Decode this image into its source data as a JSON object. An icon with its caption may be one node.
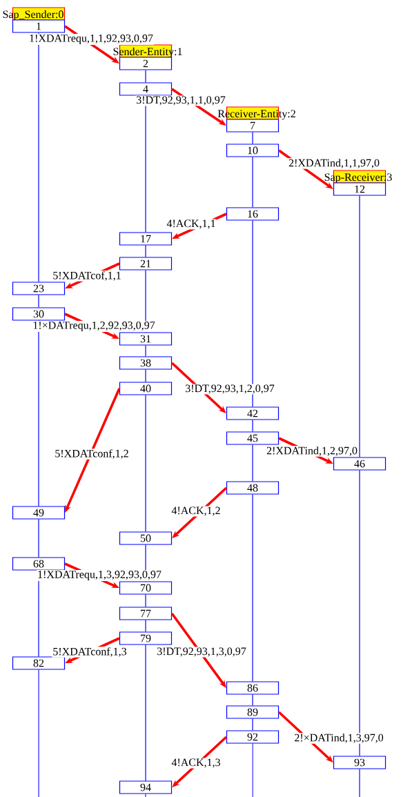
{
  "diagram": {
    "nodes": [
      {
        "text": [
          "Sap_Sender:0"
        ]
      },
      {
        "text": [
          "1"
        ]
      },
      {
        "text": [
          "Sender-Entity:1"
        ]
      },
      {
        "text": [
          "2"
        ]
      },
      {
        "text": [
          "4"
        ]
      },
      {
        "text": [
          "Receiver-Entity:2"
        ]
      },
      {
        "text": [
          "7"
        ]
      },
      {
        "text": [
          "10"
        ]
      },
      {
        "text": [
          "Sap-Receiver:3"
        ]
      },
      {
        "text": [
          "12"
        ]
      },
      {
        "text": [
          "16"
        ]
      },
      {
        "text": [
          "17"
        ]
      },
      {
        "text": [
          "21"
        ]
      },
      {
        "text": [
          "23"
        ]
      },
      {
        "text": [
          "30"
        ]
      },
      {
        "text": [
          "31"
        ]
      },
      {
        "text": [
          "38"
        ]
      },
      {
        "text": [
          "40"
        ]
      },
      {
        "text": [
          "42"
        ]
      },
      {
        "text": [
          "45"
        ]
      },
      {
        "text": [
          "46"
        ]
      },
      {
        "text": [
          "48"
        ]
      },
      {
        "text": [
          "49"
        ]
      },
      {
        "text": [
          "50"
        ]
      },
      {
        "text": [
          "68"
        ]
      },
      {
        "text": [
          "70"
        ]
      },
      {
        "text": [
          "77"
        ]
      },
      {
        "text": [
          "79"
        ]
      },
      {
        "text": [
          "82"
        ]
      },
      {
        "text": [
          "86"
        ]
      },
      {
        "text": [
          "89"
        ]
      },
      {
        "text": [
          "92"
        ]
      },
      {
        "text": [
          "93"
        ]
      },
      {
        "text": [
          "94"
        ]
      }
    ],
    "edges": [
      {
        "from": 1,
        "to": 3,
        "arrow": "to",
        "label": "1!XDATrequ,1,1,92,93,0,97",
        "style": "thick",
        "color": "#ff0000"
      },
      {
        "from": 4,
        "to": 6,
        "arrow": "to",
        "label": "3!DT,92,93,1,1,0,97",
        "style": "thick",
        "color": "#ff0000"
      },
      {
        "from": 7,
        "to": 9,
        "arrow": "to",
        "label": "2!XDATind,1,1,97,0",
        "style": "thick",
        "color": "#ff0000"
      },
      {
        "from": 10,
        "to": 11,
        "arrow": "to",
        "label": "4!ACK,1,1",
        "style": "thick",
        "color": "#ff0000"
      },
      {
        "from": 12,
        "to": 13,
        "arrow": "to",
        "label": "5!XDATcof,1,1",
        "style": "thick",
        "color": "#ff0000"
      },
      {
        "from": 14,
        "to": 15,
        "arrow": "to",
        "label": "1!×DATrequ,1,2,92,93,0,97",
        "style": "thick",
        "color": "#ff0000"
      },
      {
        "from": 16,
        "to": 18,
        "arrow": "to",
        "label": "3!DT,92,93,1,2,0,97",
        "style": "thick",
        "color": "#ff0000"
      },
      {
        "from": 17,
        "to": 22,
        "arrow": "to",
        "label": "5!XDATconf,1,2",
        "style": "thick",
        "color": "#ff0000"
      },
      {
        "from": 19,
        "to": 20,
        "arrow": "to",
        "label": "2!XDATind,1,2,97,0",
        "style": "thick",
        "color": "#ff0000"
      },
      {
        "from": 21,
        "to": 23,
        "arrow": "to",
        "label": "4!ACK,1,2",
        "style": "thick",
        "color": "#ff0000"
      },
      {
        "from": 24,
        "to": 25,
        "arrow": "to",
        "label": "1!XDATrequ,1,3,92,93,0,97",
        "style": "thick",
        "color": "#ff0000"
      },
      {
        "from": 26,
        "to": 29,
        "arrow": "to",
        "label": "3!DT,92,93,1,3,0,97",
        "style": "thick",
        "color": "#ff0000"
      },
      {
        "from": 27,
        "to": 28,
        "arrow": "to",
        "label": "5!XDATconf,1,3",
        "style": "thick",
        "color": "#ff0000"
      },
      {
        "from": 30,
        "to": 32,
        "arrow": "to",
        "label": "2!×DATind,1,3,97,0",
        "style": "thick",
        "color": "#ff0000"
      },
      {
        "from": 31,
        "to": 33,
        "arrow": "to",
        "label": "4!ACK,1,3",
        "style": "thick",
        "color": "#ff0000"
      },
      {
        "from": 1,
        "to": 13,
        "arrow": "none"
      },
      {
        "from": 13,
        "to": 14,
        "arrow": "none"
      },
      {
        "from": 14,
        "to": 22,
        "arrow": "none"
      },
      {
        "from": 22,
        "to": 24,
        "arrow": "none"
      },
      {
        "from": 24,
        "to": 28,
        "arrow": "none"
      },
      {
        "from": 28,
        "to": null,
        "arrow": "none"
      },
      {
        "from": 3,
        "to": 4,
        "arrow": "none"
      },
      {
        "from": 4,
        "to": 11,
        "arrow": "none"
      },
      {
        "from": 11,
        "to": 12,
        "arrow": "none"
      },
      {
        "from": 12,
        "to": 15,
        "arrow": "none"
      },
      {
        "from": 15,
        "to": 16,
        "arrow": "none"
      },
      {
        "from": 16,
        "to": 17,
        "arrow": "none"
      },
      {
        "from": 17,
        "to": 23,
        "arrow": "none"
      },
      {
        "from": 23,
        "to": 25,
        "arrow": "none"
      },
      {
        "from": 25,
        "to": 26,
        "arrow": "none"
      },
      {
        "from": 26,
        "to": 27,
        "arrow": "none"
      },
      {
        "from": 27,
        "to": 33,
        "arrow": "none"
      },
      {
        "from": 33,
        "to": null,
        "arrow": "none"
      },
      {
        "from": 6,
        "to": 7,
        "arrow": "none"
      },
      {
        "from": 7,
        "to": 10,
        "arrow": "none"
      },
      {
        "from": 10,
        "to": 18,
        "arrow": "none"
      },
      {
        "from": 18,
        "to": 19,
        "arrow": "none"
      },
      {
        "from": 19,
        "to": 21,
        "arrow": "none"
      },
      {
        "from": 21,
        "to": 29,
        "arrow": "none"
      },
      {
        "from": 29,
        "to": 30,
        "arrow": "none"
      },
      {
        "from": 30,
        "to": 31,
        "arrow": "none"
      },
      {
        "from": 31,
        "to": null,
        "arrow": "none"
      },
      {
        "from": 9,
        "to": 20,
        "arrow": "none"
      },
      {
        "from": 20,
        "to": 32,
        "arrow": "none"
      },
      {
        "from": 32,
        "to": null,
        "arrow": "none"
      }
    ]
  }
}
